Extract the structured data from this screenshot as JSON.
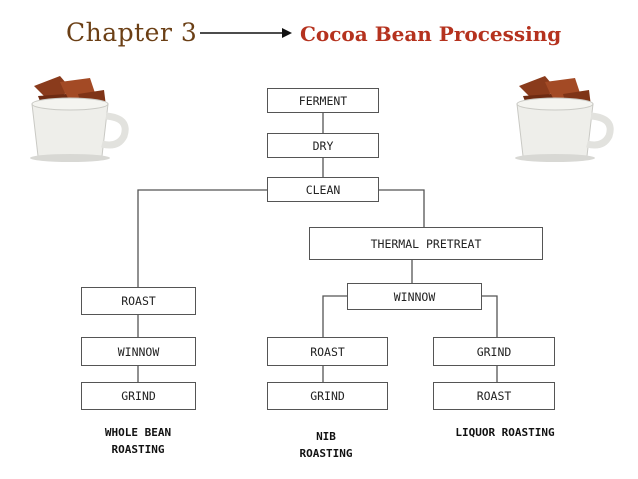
{
  "header": {
    "chapter": "Chapter 3",
    "topic": "Cocoa Bean Processing"
  },
  "flowchart": {
    "steps": {
      "ferment": "FERMENT",
      "dry": "DRY",
      "clean": "CLEAN",
      "thermal_pretreat": "THERMAL PRETREAT",
      "winnow_center": "WINNOW",
      "roast_left": "ROAST",
      "winnow_left": "WINNOW",
      "grind_left": "GRIND",
      "roast_mid": "ROAST",
      "grind_mid": "GRIND",
      "grind_right": "GRIND",
      "roast_right": "ROAST"
    },
    "labels": {
      "whole_bean_line1": "WHOLE BEAN",
      "whole_bean_line2": "ROASTING",
      "nib_line1": "NIB",
      "nib_line2": "ROASTING",
      "liquor": "LIQUOR ROASTING"
    }
  },
  "images": [
    "cocoa-cup-icon",
    "cocoa-cup-icon"
  ]
}
